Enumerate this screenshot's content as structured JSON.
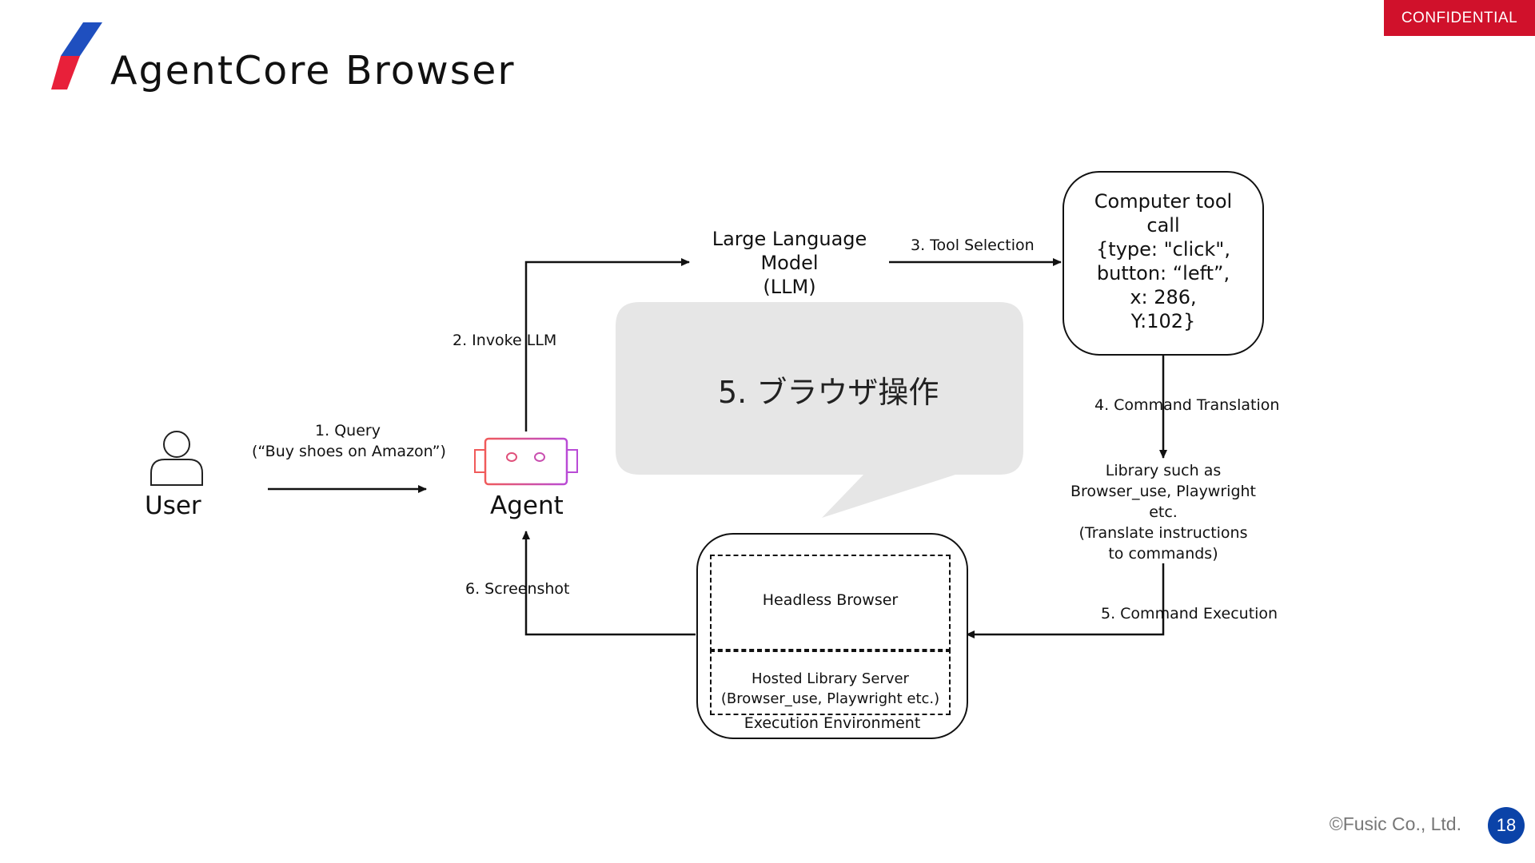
{
  "slide": {
    "confidential": "CONFIDENTIAL",
    "title": "AgentCore Browser",
    "copyright": "©Fusic Co., Ltd.",
    "page_number": "18"
  },
  "diagram": {
    "user_label": "User",
    "agent_label": "Agent",
    "step1_line1": "1. Query",
    "step1_line2": "(“Buy shoes on Amazon”)",
    "step2": "2. Invoke LLM",
    "llm_line1": "Large Language",
    "llm_line2": "Model",
    "llm_line3": "(LLM)",
    "step3": "3. Tool Selection",
    "tool_call_line1": "Computer tool",
    "tool_call_line2": "call",
    "tool_call_line3": "{type: \"click\",",
    "tool_call_line4": "button: “left”,",
    "tool_call_line5": "x: 286,",
    "tool_call_line6": "Y:102}",
    "step4": "4. Command Translation",
    "library_line1": "Library such as",
    "library_line2": "Browser_use, Playwright",
    "library_line3": "etc.",
    "library_line4": "(Translate instructions",
    "library_line5": "to commands)",
    "step5": "5. Command Execution",
    "headless_browser": "Headless Browser",
    "hosted_line1": "Hosted Library Server",
    "hosted_line2": "(Browser_use, Playwright etc.)",
    "execution_env": "Execution Environment",
    "step6": "6. Screenshot",
    "callout": "5. ブラウザ操作"
  },
  "colors": {
    "confidential_bg": "#d0112b",
    "logo_red": "#e8203a",
    "logo_blue": "#1f4fbf",
    "page_badge": "#0b43a8",
    "callout_bg": "#e6e6e6",
    "agent_icon_gradient_start": "#f05a5a",
    "agent_icon_gradient_end": "#b94bd6"
  },
  "icons": [
    "user-icon",
    "agent-robot-icon",
    "brand-slash-logo"
  ]
}
